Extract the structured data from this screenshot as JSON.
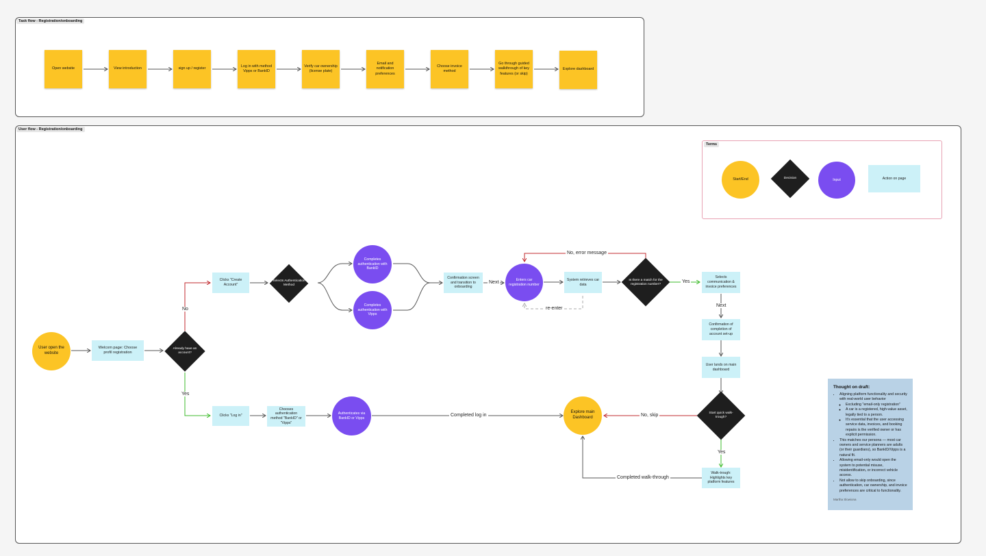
{
  "task_flow": {
    "title": "Task flow - Registration/onboarding",
    "steps": [
      "Open website",
      "View introduction",
      "sign up / register",
      "Log in with method Vipps or BankID",
      "Verify car ownership (license plate)",
      "Email and notification preferences",
      "Choose invoice method",
      "Go through guided walkthrough of key features (or skip)",
      "Explore dashboard"
    ]
  },
  "user_flow": {
    "title": "User flow - Registration/onboarding",
    "nodes": {
      "start": "User open the website",
      "welcome": "Welcom page: Choose profil registration",
      "have_account": "Already have an account?",
      "create_account": "Clicks \"Create Account\"",
      "select_auth": "Selects Authentication Method",
      "bankid_done": "Completes authentication with BankID",
      "vipps_done": "Completes authentication with Vipps",
      "confirmation_screen": "Confirmation screen and transition to onboarding",
      "enter_reg": "Enters car registration number",
      "system_retrieves": "System retrieves car data",
      "reg_match": "Is there a match for the registration number?",
      "select_prefs": "Selects communication & invoice preferences",
      "confirm_complete": "Confirmation of completion of account set-up",
      "lands_dashboard": "User lands on main dashboard",
      "quick_walk": "Start quick walk-trough?",
      "walkthrough": "Walk-trough: Highlights key platform features",
      "explore_main": "Explore main Dashboard",
      "clicks_login": "Clicks \"Log in\"",
      "choose_auth_login": "Chooses authentication method \"BankID\" or \"Vipps\"",
      "auth_via": "Authenticates via BankID or Vipps"
    },
    "edge_labels": {
      "no": "No",
      "yes": "Yes",
      "next1": "Next",
      "error": "No, error message",
      "reenter": "re-enter",
      "yes2": "Yes",
      "next2": "Next",
      "no_skip": "No, skip",
      "yes3": "Yes",
      "completed_login": "Completed log in",
      "completed_walk": "Completed walk-through"
    }
  },
  "terms": {
    "title": "Terms",
    "items": [
      "Start/End",
      "Decision",
      "Input",
      "Action on page"
    ]
  },
  "note": {
    "title": "Thought on draft:",
    "b1": "Aligning platform functionality and security with real-world user behavior",
    "b1a": "Excluding \"email-only registration\"",
    "b1b": "A car is a registered, high-value asset, legally tied to a person.",
    "b1c": "It's essential that the user accessing service data, invoices, and booking repairs is the verified owner or has explicit permission.",
    "b2": "This matches our persona — most car owners and service planners are adults (or their guardians), so BankID/Vipps is a natural fit.",
    "b3": "Allowing email-only would open the system to potential misuse, misidentification, or incorrect vehicle access.",
    "b4": "Not allow to skip onboarding, since authentication, car ownership, and invoice preferences are critical to functionality.",
    "author": "Martha Slowiona"
  },
  "colors": {
    "sticky": "#fcc425",
    "action": "#ccf1f8",
    "input": "#7a4df0",
    "decision": "#1e1e1e",
    "no_edge": "#c0282d",
    "yes_edge": "#3dbb2b"
  }
}
